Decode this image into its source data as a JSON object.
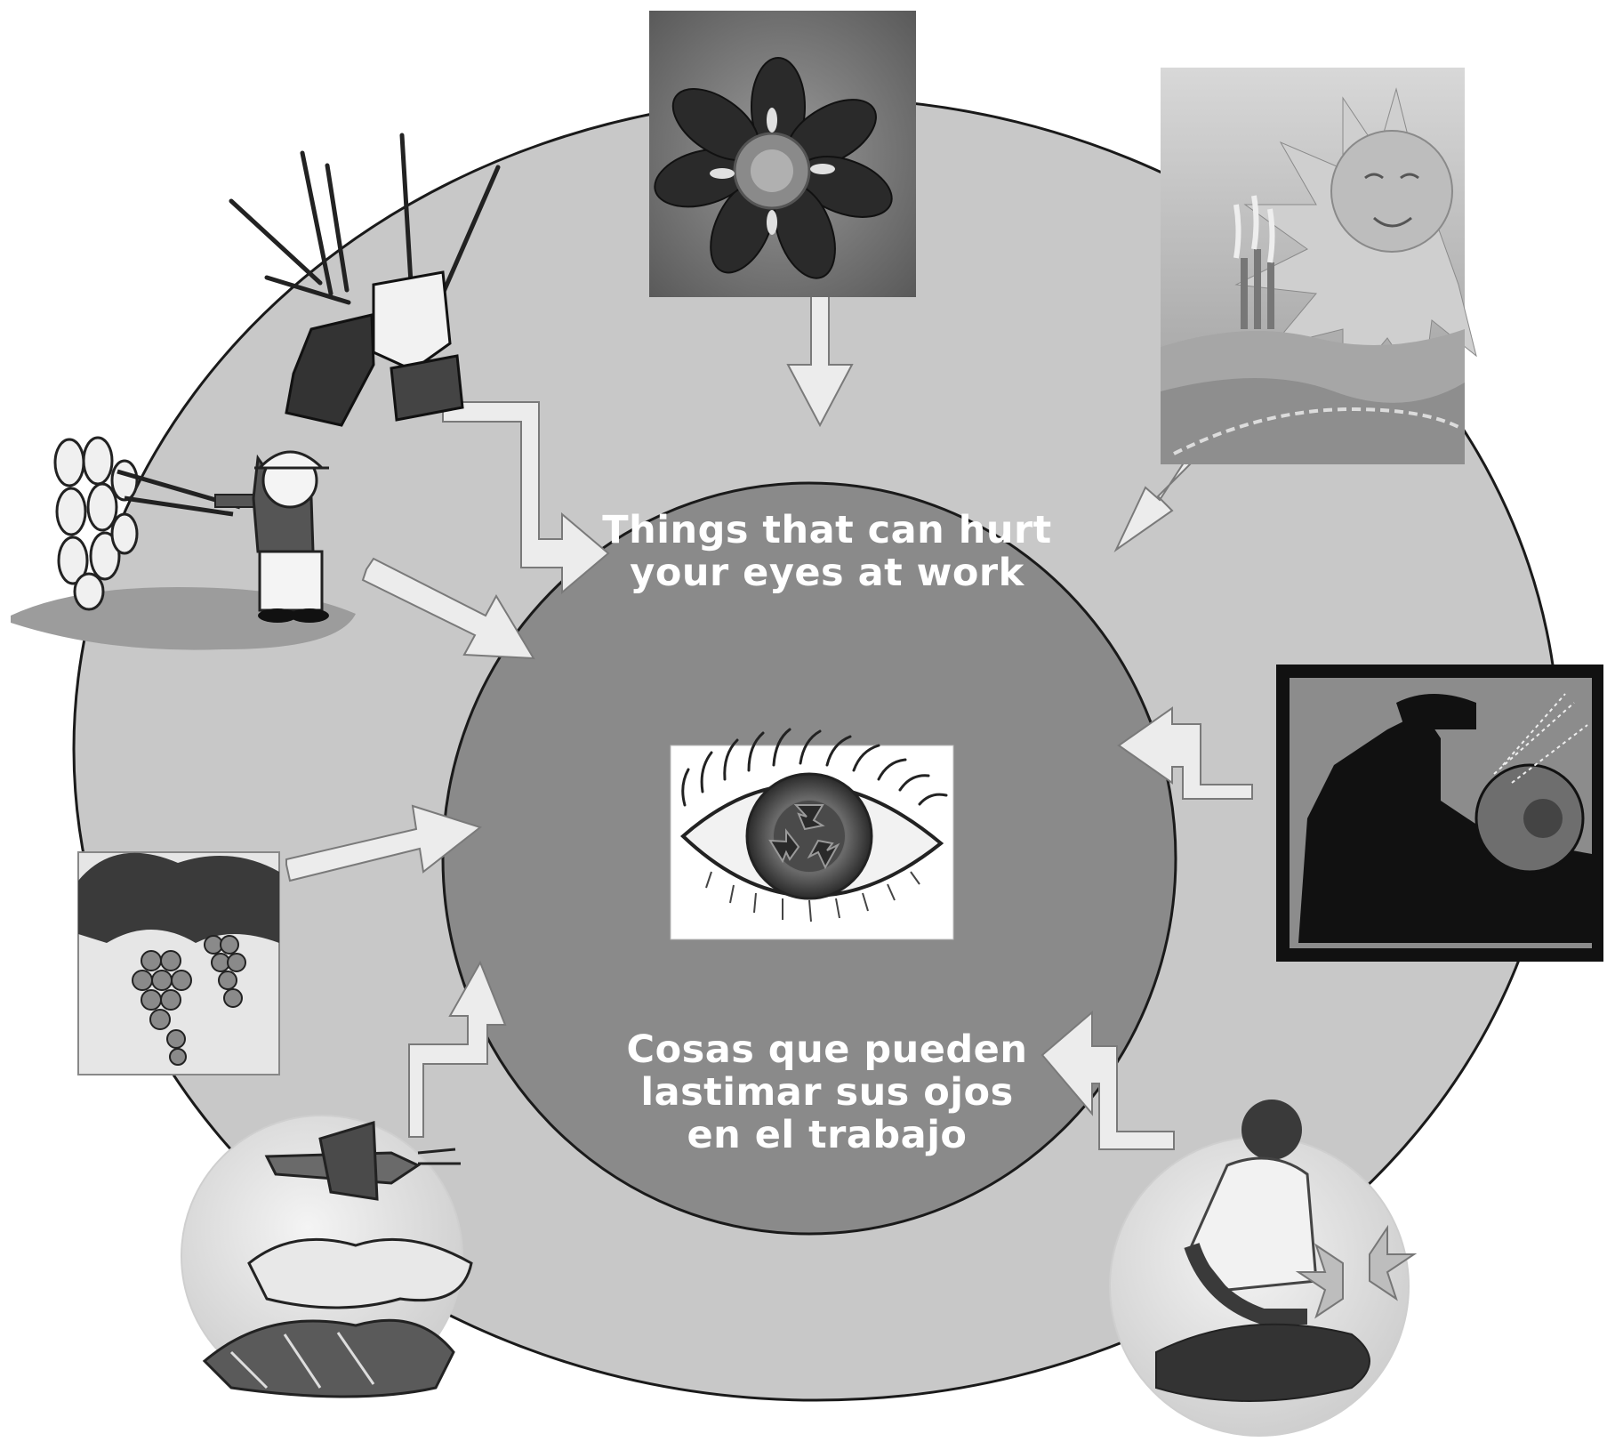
{
  "center": {
    "title_en_lines": [
      "Things that can hurt",
      "your eyes at work"
    ],
    "title_es_lines": [
      "Cosas que pueden",
      "lastimar sus ojos",
      "en el trabajo"
    ]
  },
  "hazards": [
    {
      "id": "pruning-branches",
      "icon": "hands-pruning-branches-icon"
    },
    {
      "id": "flower-pollen",
      "icon": "flower-icon"
    },
    {
      "id": "sun-glare",
      "icon": "sun-icon"
    },
    {
      "id": "hedge-trimming",
      "icon": "hedge-trimmer-worker-icon"
    },
    {
      "id": "grinding-sparks",
      "icon": "grinder-worker-icon"
    },
    {
      "id": "grape-vines",
      "icon": "grapes-icon"
    },
    {
      "id": "crop-dusting",
      "icon": "crop-duster-plane-icon"
    },
    {
      "id": "kneeling-planting",
      "icon": "planting-worker-icon"
    }
  ],
  "colors": {
    "outer_ring": "#c8c8c8",
    "inner_circle": "#8a8a8a",
    "arrow_fill": "#ececec",
    "title_text": "#ffffff"
  }
}
